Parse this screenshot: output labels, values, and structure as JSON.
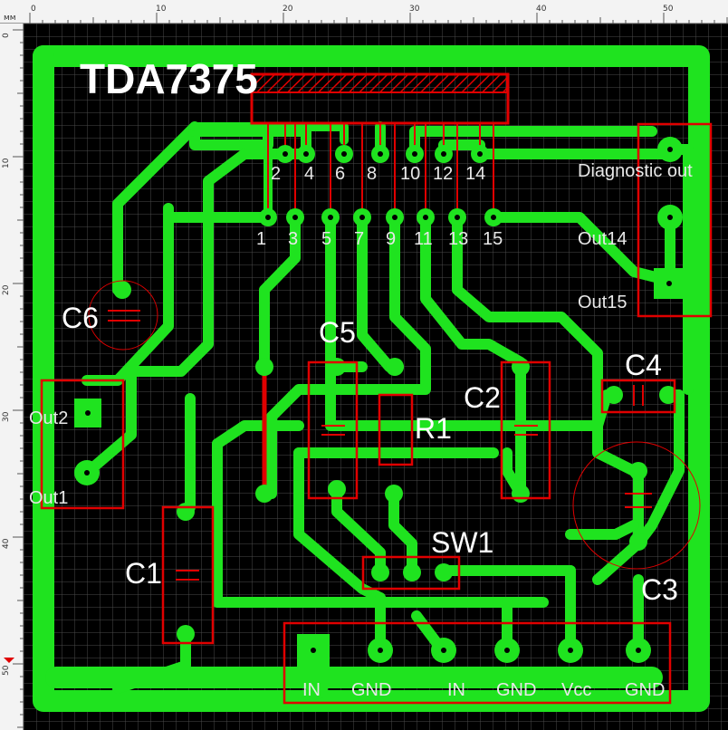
{
  "ruler": {
    "unit": "мм",
    "top_ticks": [
      "0",
      "10",
      "20",
      "30",
      "40",
      "50"
    ],
    "left_ticks": [
      "0",
      "10",
      "20",
      "30",
      "40",
      "50"
    ]
  },
  "board": {
    "chip_label": "TDA7375",
    "pins_top": [
      "2",
      "4",
      "6",
      "8",
      "10",
      "12",
      "14"
    ],
    "pins_bottom": [
      "1",
      "3",
      "5",
      "7",
      "9",
      "11",
      "13",
      "15"
    ],
    "components": {
      "c6": "C6",
      "c5": "C5",
      "c2": "C2",
      "c4": "C4",
      "c1": "C1",
      "c3": "C3",
      "r1": "R1",
      "sw1": "SW1"
    },
    "right_connector": [
      "Diagnostic out",
      "Out14",
      "Out15"
    ],
    "left_connector": [
      "Out2",
      "Out1"
    ],
    "bottom_connector": [
      "IN",
      "GND",
      "IN",
      "GND",
      "Vcc",
      "GND"
    ]
  },
  "colors": {
    "copper": "#1fe31f",
    "outline": "#e00000",
    "background": "#000000",
    "grid": "#555555"
  }
}
